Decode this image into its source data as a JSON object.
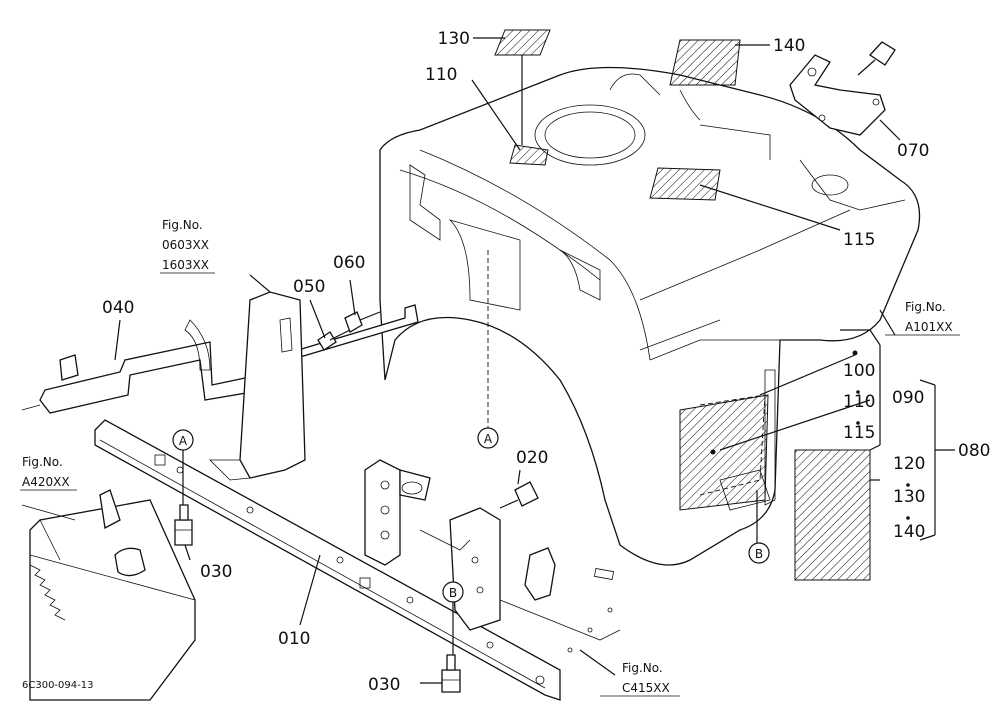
{
  "parts": {
    "p010": "010",
    "p020": "020",
    "p030a": "030",
    "p030b": "030",
    "p040": "040",
    "p050": "050",
    "p060": "060",
    "p070": "070",
    "p080": "080",
    "p090": "090",
    "p100": "100",
    "p110a": "110",
    "p110b": "110",
    "p115a": "115",
    "p115b": "115",
    "p120": "120",
    "p130a": "130",
    "p130b": "130",
    "p140a": "140",
    "p140b": "140"
  },
  "markers": {
    "a1": "A",
    "a2": "A",
    "b1": "B",
    "b2": "B"
  },
  "refs": {
    "fig_label": "Fig.No.",
    "ref1_l1": "0603XX",
    "ref1_l2": "1603XX",
    "ref2": "A101XX",
    "ref3": "A420XX",
    "ref4": "C415XX"
  },
  "drawing_code": "6C300-094-13"
}
